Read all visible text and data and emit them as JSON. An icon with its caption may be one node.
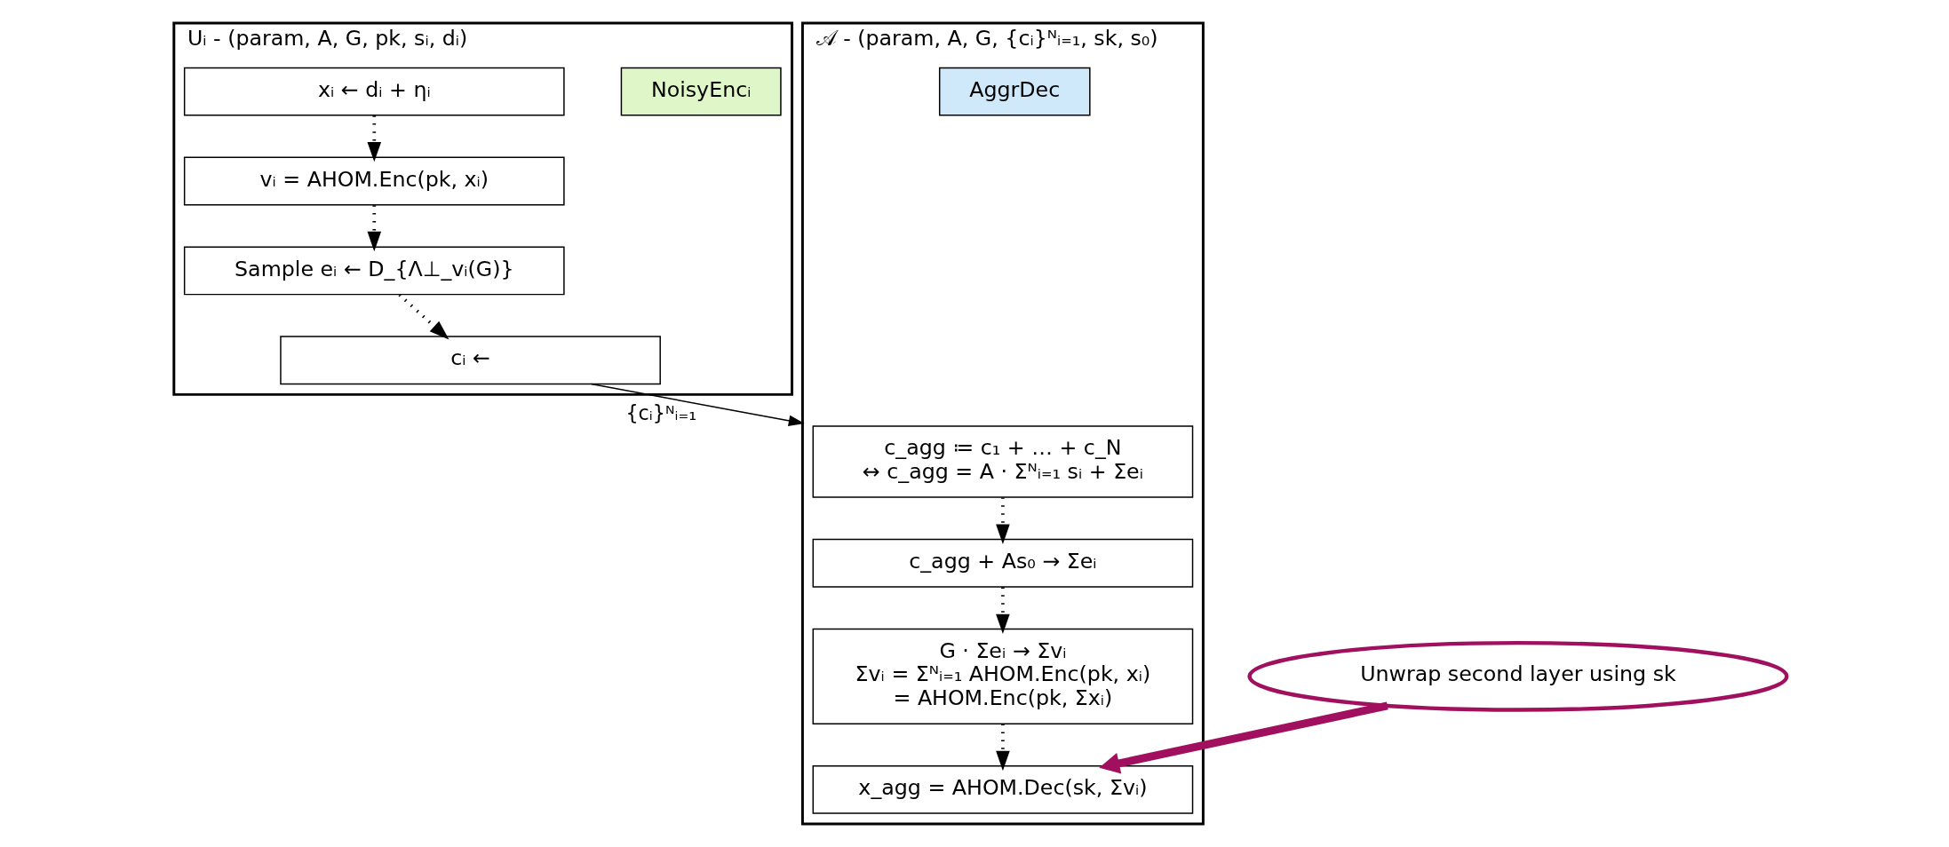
{
  "diagram": {
    "nodes": [
      {
        "text": [
          "Uᵢ - (param, A, G, pk, sᵢ, dᵢ)"
        ]
      },
      {
        "text": [
          "NoisyEncᵢ"
        ],
        "in": 0
      },
      {
        "text": [
          "xᵢ ← dᵢ + ηᵢ"
        ],
        "in": 0
      },
      {
        "text": [
          "vᵢ = AHOM.Enc(pk, xᵢ)"
        ],
        "in": 0
      },
      {
        "text": [
          "Sample eᵢ ← D_{Λ⊥_vᵢ(G)}"
        ],
        "in": 0
      },
      {
        "text": [
          "cᵢ ←"
        ],
        "in": 0
      },
      {
        "text": [
          "𝒜 - (param, A, G, {cᵢ}ᴺᵢ₌₁, sk, s₀)"
        ]
      },
      {
        "text": [
          "AggrDec"
        ],
        "in": 6
      },
      {
        "text": [
          "c_agg ≔ c₁ + … + c_N",
          "↔ c_agg = A · Σᴺᵢ₌₁ sᵢ + Σeᵢ"
        ],
        "in": 6
      },
      {
        "text": [
          "c_agg + As₀ → Σeᵢ"
        ],
        "in": 6
      },
      {
        "text": [
          "G · Σeᵢ → Σvᵢ",
          "Σvᵢ = Σᴺᵢ₌₁ AHOM.Enc(pk, xᵢ)",
          "= AHOM.Enc(pk, Σxᵢ)"
        ],
        "in": 6
      },
      {
        "text": [
          "x_agg = AHOM.Dec(sk, Σvᵢ)"
        ],
        "in": 6
      },
      {
        "text": [
          "Unwrap second layer using sk"
        ]
      }
    ],
    "edges": [
      {
        "from": 2,
        "to": 3,
        "arrow": "to",
        "style": "dashed"
      },
      {
        "from": 3,
        "to": 4,
        "arrow": "to",
        "style": "dashed"
      },
      {
        "from": 4,
        "to": 5,
        "arrow": "to",
        "style": "dashed"
      },
      {
        "from": 5,
        "to": 6,
        "arrow": "to",
        "label": "{cᵢ}ᴺᵢ₌₁"
      },
      {
        "from": 8,
        "to": 9,
        "arrow": "to",
        "style": "dashed"
      },
      {
        "from": 9,
        "to": 10,
        "arrow": "to",
        "style": "dashed"
      },
      {
        "from": 10,
        "to": 11,
        "arrow": "to",
        "style": "dashed"
      },
      {
        "from": 12,
        "to": 11,
        "arrow": "to",
        "color": "#a0105f",
        "style": "thick"
      }
    ]
  }
}
